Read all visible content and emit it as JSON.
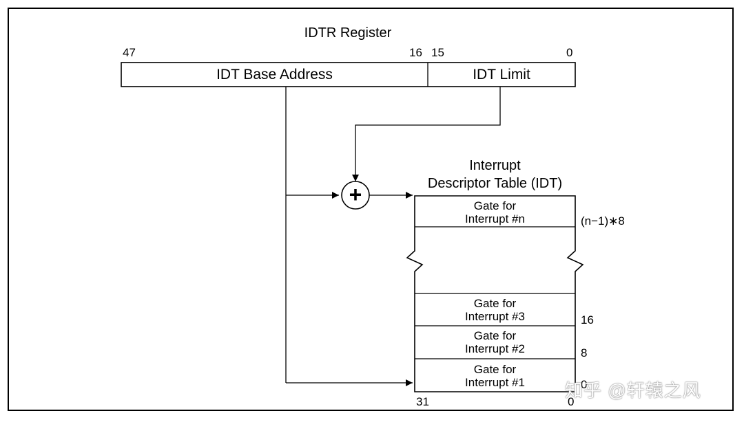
{
  "register": {
    "title": "IDTR Register",
    "bit_47": "47",
    "bit_16": "16",
    "bit_15": "15",
    "bit_0": "0",
    "base_label": "IDT Base Address",
    "limit_label": "IDT Limit"
  },
  "adder": {
    "symbol": "+"
  },
  "idt": {
    "title_line1": "Interrupt",
    "title_line2": "Descriptor Table (IDT)",
    "entries": [
      {
        "line1": "Gate for",
        "line2": "Interrupt #n",
        "offset": "(n−1)∗8"
      },
      {
        "line1": "Gate for",
        "line2": "Interrupt #3",
        "offset": "16"
      },
      {
        "line1": "Gate for",
        "line2": "Interrupt #2",
        "offset": "8"
      },
      {
        "line1": "Gate for",
        "line2": "Interrupt #1",
        "offset": "0"
      }
    ],
    "bit_31": "31",
    "bit_0": "0"
  },
  "watermark": {
    "text": "知乎 @轩辕之风"
  },
  "colors": {
    "line": "#000000",
    "background": "#ffffff"
  }
}
